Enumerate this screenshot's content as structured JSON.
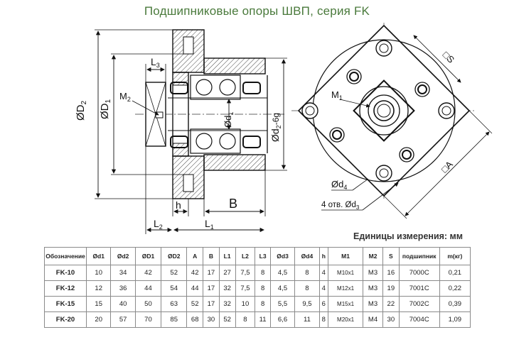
{
  "title": "Подшипниковые опоры ШВП, серия FK",
  "units_label": "Единицы измерения: мм",
  "drawing_labels": {
    "D2": "ØD",
    "D2_sub": "2",
    "D1": "ØD",
    "D1_sub": "1",
    "L3": "L",
    "L3_sub": "3",
    "M2": "M",
    "M2_sub": "2",
    "d1": "Ød",
    "d1_sub": "1",
    "d2": "Ød",
    "d2_sub": "2",
    "d2_tol": "-6g",
    "h": "h",
    "B": "B",
    "L2": "L",
    "L2_sub": "2",
    "L1": "L",
    "L1_sub": "1",
    "S": "□S",
    "M1": "M",
    "M1_sub": "1",
    "A": "□A",
    "d4": "Ød",
    "d4_sub": "4",
    "d3": "4 отв. Ød",
    "d3_sub": "3"
  },
  "table": {
    "headers": [
      "Обозначение",
      "Ød1",
      "Ød2",
      "ØD1",
      "ØD2",
      "A",
      "B",
      "L1",
      "L2",
      "L3",
      "Ød3",
      "Ød4",
      "h",
      "M1",
      "M2",
      "S",
      "подшипник",
      "m(кг)"
    ],
    "rows": [
      [
        "FK-10",
        "10",
        "34",
        "42",
        "52",
        "42",
        "17",
        "27",
        "7,5",
        "8",
        "4,5",
        "8",
        "4",
        "M10x1",
        "M3",
        "16",
        "7000C",
        "0,21"
      ],
      [
        "FK-12",
        "12",
        "36",
        "44",
        "54",
        "44",
        "17",
        "32",
        "7,5",
        "8",
        "4,5",
        "8",
        "4",
        "M12x1",
        "M3",
        "19",
        "7001C",
        "0,22"
      ],
      [
        "FK-15",
        "15",
        "40",
        "50",
        "63",
        "52",
        "17",
        "32",
        "10",
        "8",
        "5,5",
        "9,5",
        "6",
        "M15x1",
        "M3",
        "22",
        "7002C",
        "0,39"
      ],
      [
        "FK-20",
        "20",
        "57",
        "70",
        "85",
        "68",
        "30",
        "52",
        "8",
        "11",
        "6,6",
        "11",
        "8",
        "M20x1",
        "M4",
        "30",
        "7004C",
        "1,09"
      ]
    ]
  }
}
